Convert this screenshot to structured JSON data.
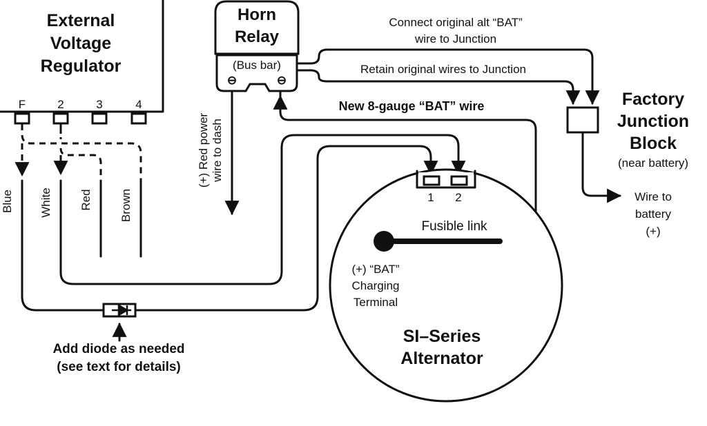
{
  "regulator": {
    "title_line1": "External",
    "title_line2": "Voltage",
    "title_line3": "Regulator",
    "terminals": [
      "F",
      "2",
      "3",
      "4"
    ]
  },
  "wires": {
    "blue": "Blue",
    "white": "White",
    "red": "Red",
    "brown": "Brown"
  },
  "horn_relay": {
    "title_line1": "Horn",
    "title_line2": "Relay",
    "bus_bar": "(Bus bar)",
    "terminal_symbol": "⊖"
  },
  "red_power": {
    "line1": "(+) Red power",
    "line2": "wire to dash"
  },
  "notes": {
    "connect_line1": "Connect original alt “BAT”",
    "connect_line2": "wire to Junction",
    "retain": "Retain original wires to Junction",
    "new_wire": "New 8-gauge “BAT” wire"
  },
  "junction": {
    "line1": "Factory",
    "line2": "Junction",
    "line3": "Block",
    "line4": "(near battery)"
  },
  "battery": {
    "line1": "Wire to",
    "line2": "battery",
    "line3": "(+)"
  },
  "alternator": {
    "terminal_1": "1",
    "terminal_2": "2",
    "fusible_link": "Fusible link",
    "bat_line1": "(+) “BAT”",
    "bat_line2": "Charging",
    "bat_line3": "Terminal",
    "name_line1": "SI–Series",
    "name_line2": "Alternator"
  },
  "diode": {
    "line1": "Add diode as needed",
    "line2": "(see text for details)"
  }
}
